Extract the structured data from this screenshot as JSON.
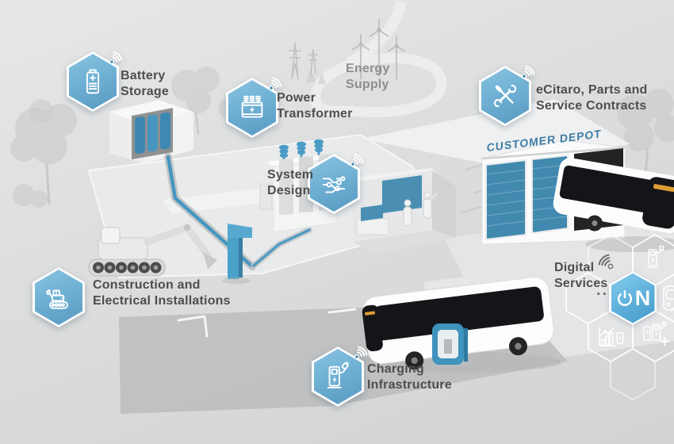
{
  "scene": {
    "background_top": "#e6e7e8",
    "background_bottom": "#d2d3d4",
    "hex_blue_light": "#8ac2df",
    "hex_blue_dark": "#5899c2",
    "accent_blue": "#4596c0",
    "label_color": "#4d4e4f",
    "muted_label_color": "#8d8e8f",
    "depot_sign_color": "#3e7da6",
    "bus_window_color": "#141518",
    "destination_sign_color": "#dc9d35"
  },
  "nodes": {
    "battery_storage": {
      "label": "Battery Storage",
      "icon": "battery-icon",
      "wifi": true
    },
    "power_transformer": {
      "label": "Power Transformer",
      "icon": "transformer-icon",
      "wifi": true
    },
    "system_design": {
      "label": "System Design",
      "icon": "circuit-icon",
      "wifi": true
    },
    "ecitaro_parts": {
      "label": "eCitaro, Parts and Service Contracts",
      "icon": "tools-icon",
      "wifi": true
    },
    "construction": {
      "label": "Construction and Electrical Installations",
      "icon": "excavator-icon",
      "wifi": false
    },
    "charging_infrastructure": {
      "label": "Charging Infrastructure",
      "icon": "charging-station-icon",
      "wifi": true
    },
    "energy_supply": {
      "label": "Energy Supply"
    },
    "digital_services": {
      "label": "Digital Services",
      "logo_text": "ON",
      "logo_n": "N",
      "ellipsis": "...",
      "satellite_icons": [
        "charging-station-icon",
        "ebus-icon",
        "analytics-icon",
        "charging-stations-plus-icon"
      ]
    }
  },
  "depot": {
    "sign": "CUSTOMER DEPOT"
  }
}
